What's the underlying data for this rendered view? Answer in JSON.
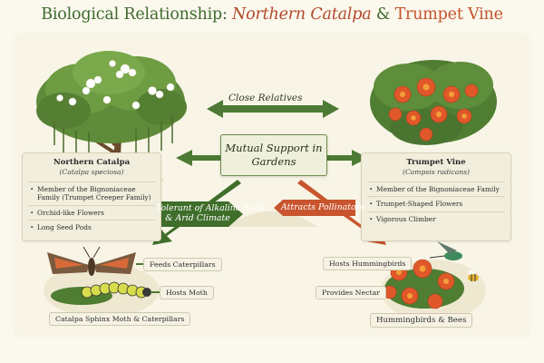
{
  "title": {
    "part1": "Biological Relationship: ",
    "part2": "Northern Catalpa",
    "amp": " & ",
    "part3": "Trumpet Vine"
  },
  "arrows": {
    "close_relatives": "Close Relatives"
  },
  "center": {
    "line1": "Mutual Support in",
    "line2": "Gardens"
  },
  "left_card": {
    "title": "Northern Catalpa",
    "subtitle": "(Catalpa speciosa)",
    "items": [
      "Member of the Bignoniaceae Family (Trumpet Creeper Family)",
      "Orchid-like Flowers",
      "Long Seed Pods"
    ]
  },
  "right_card": {
    "title": "Trumpet Vine",
    "subtitle": "(Campsis radicans)",
    "items": [
      "Member of the Bignoniaceae Family",
      "Trumpet-Shaped Flowers",
      "Vigorous Climber"
    ]
  },
  "left_arrow": {
    "line1": "Tolerant of Alkaline Soils",
    "line2": "& Arid Climate"
  },
  "right_arrow": {
    "label": "Attracts Pollinators"
  },
  "left_bottom": {
    "feeds": "Feeds Caterpillars",
    "hosts": "Hosts Moth",
    "caption": "Catalpa Sphinx Moth & Caterpillars"
  },
  "right_bottom": {
    "hosts": "Hosts Hummingbirds",
    "provides": "Provides Nectar",
    "caption": "Hummingbirds & Bees"
  },
  "colors": {
    "green_dark": "#3f6a2d",
    "green_arrow": "#4d7a34",
    "orange_arrow": "#c8552d",
    "flower_orange": "#e0582a",
    "background": "#fbf8ee"
  }
}
